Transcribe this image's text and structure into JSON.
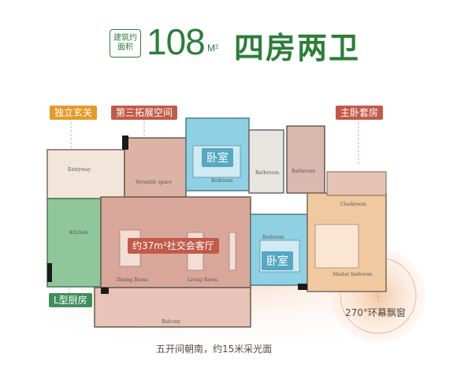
{
  "header": {
    "area_badge_line1": "建筑约",
    "area_badge_line2": "面积",
    "area_value": "108",
    "area_unit": "M²",
    "layout_title": "四房两卫"
  },
  "callouts": {
    "entrance": "独立玄关",
    "third_space": "第三拓展空间",
    "master_suite": "主卧套房",
    "bedroom_1": "卧室",
    "bedroom_2": "卧室",
    "living_social": "约37m²社交会客厅",
    "l_kitchen": "L型厨房",
    "bay_window": "270°环幕飘窗",
    "south_light": "五开间朝南，约15米采光面"
  },
  "room_labels": {
    "entryway": "Entryway",
    "versatile": "Versatile space",
    "bedroom_a": "Bedroom",
    "bathroom_a": "Bathroom",
    "bathroom_b": "Bathroom",
    "kitchen": "Kitchen",
    "dining": "Dining Room",
    "living": "Living Room",
    "balcony": "Balcony",
    "bedroom_b": "Bedroom",
    "cloakroom": "Cloakroom",
    "master": "Master bedroom"
  },
  "colors": {
    "brand_green": "#2e7d3a",
    "living_pink": "#d9a79a",
    "bedroom_blue": "#8fd0e3",
    "kitchen_green": "#8fc79a",
    "master_peach": "#f0c9a0",
    "tag_orange": "#e39a2a",
    "tag_red": "#c25a49"
  }
}
